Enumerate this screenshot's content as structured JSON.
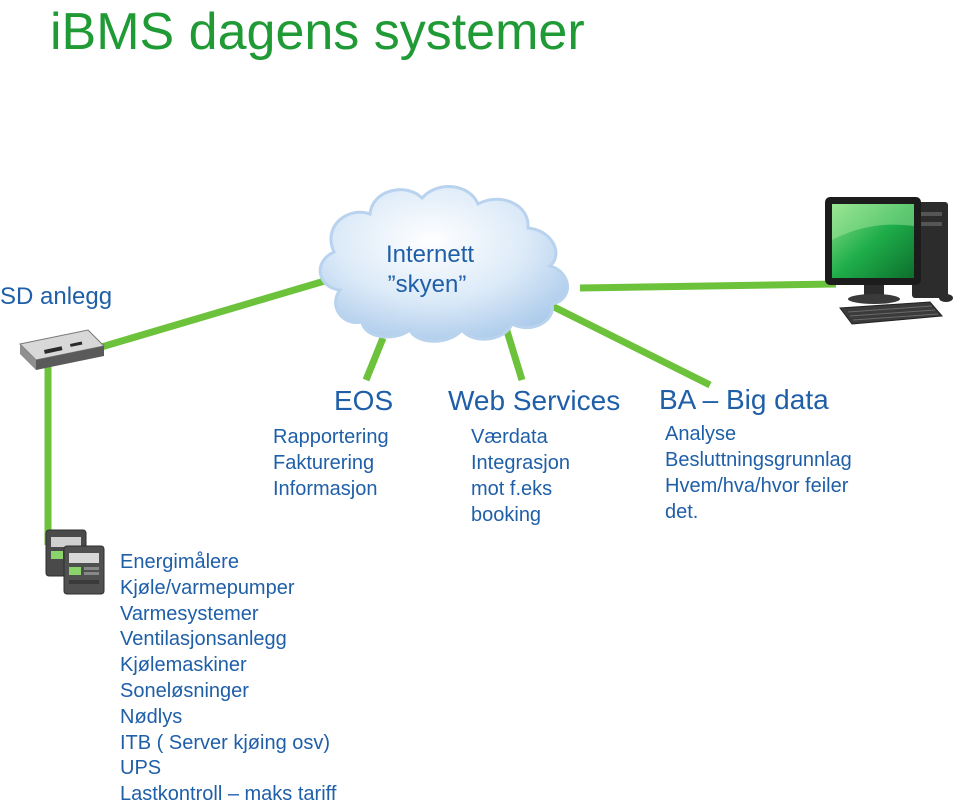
{
  "title": "iBMS dagens systemer",
  "sd_anlegg": "SD anlegg",
  "cloud": {
    "line1": "Internett",
    "line2": "”skyen”"
  },
  "eos": {
    "heading": "EOS",
    "items": [
      "Rapportering",
      "Fakturering",
      "Informasjon"
    ]
  },
  "web_services": {
    "heading": "Web Services",
    "items": [
      "Værdata",
      "Integrasjon",
      "mot f.eks",
      "booking"
    ]
  },
  "ba_big_data": {
    "heading": "BA – Big data",
    "items": [
      "Analyse",
      "Besluttningsgrunnlag",
      "Hvem/hva/hvor feiler",
      "det."
    ]
  },
  "field_devices": {
    "items": [
      "Energimålere",
      "Kjøle/varmepumper",
      "Varmesystemer",
      "Ventilasjonsanlegg",
      "Kjølemaskiner",
      "Soneløsninger",
      "Nødlys",
      "ITB ( Server kjøing osv)",
      "UPS",
      "Lastkontroll – maks tariff"
    ]
  },
  "colors": {
    "title_green": "#1f9a35",
    "connector_green": "#6cc23a",
    "text_blue": "#1f5fa8",
    "cloud_fill": "#cfe4f7"
  },
  "icons": [
    "cloud-icon",
    "server-rack-icon",
    "desktop-computer-icon",
    "energy-meter-icon"
  ]
}
